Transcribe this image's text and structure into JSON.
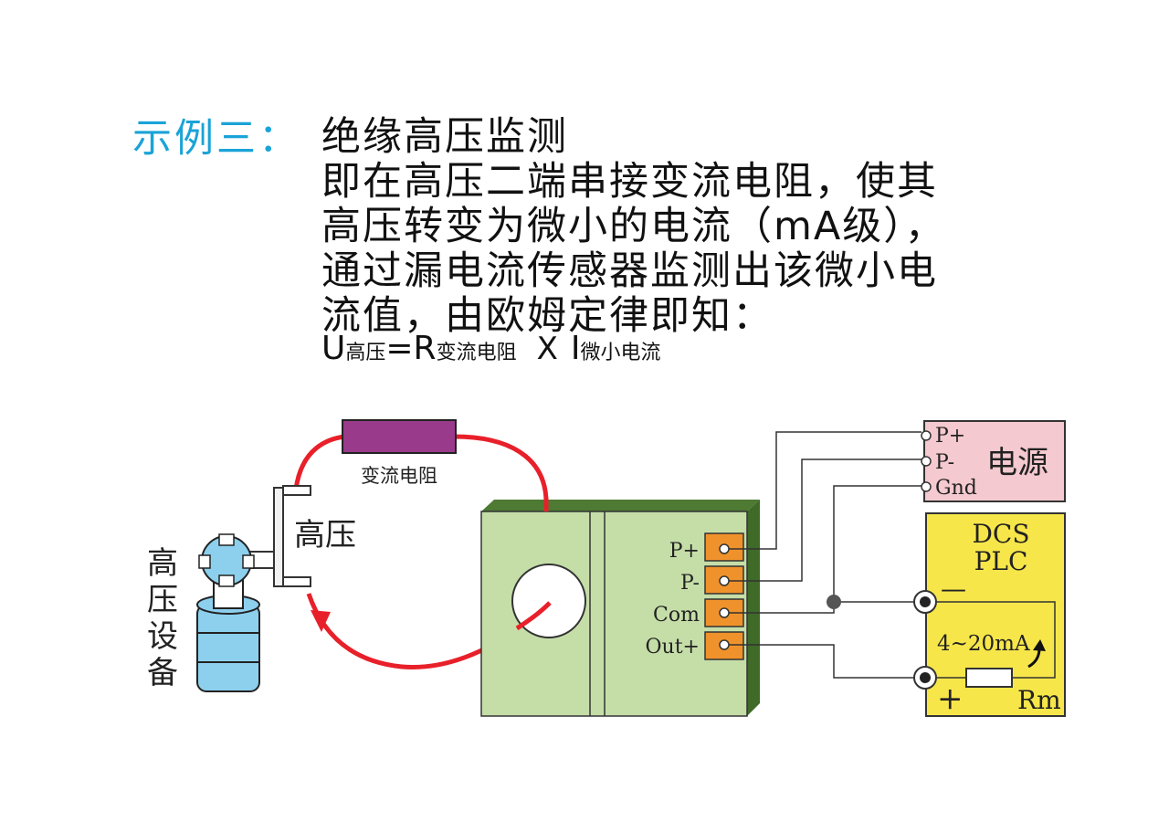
{
  "header": {
    "prefix": "示例三：",
    "lines": [
      "绝缘高压监测",
      "即在高压二端串接变流电阻，使其",
      "高压转变为微小的电流（mA级），",
      "通过漏电流传感器监测出该微小电",
      "流值，由欧姆定律即知："
    ]
  },
  "formula": {
    "u": "U",
    "u_sub": "高压",
    "eq": "=R",
    "r_sub": "变流电阻",
    "times": "X",
    "i": "I",
    "i_sub": "微小电流"
  },
  "diagram": {
    "resistor_label": "变流电阻",
    "hv_label": "高压",
    "equipment_label": [
      "高",
      "压",
      "设",
      "备"
    ],
    "terminals": [
      "P+",
      "P-",
      "Com",
      "Out+"
    ],
    "power": {
      "label": "电源",
      "pins": [
        "P+",
        "P-",
        "Gnd"
      ]
    },
    "dcs": {
      "line1": "DCS",
      "line2": "PLC",
      "minus": "—",
      "plus": "+",
      "current": "4~20mA",
      "resistor": "Rm"
    },
    "colors": {
      "wire_red": "#e8202a",
      "sensor_green": "#c5dea8",
      "sensor_green_dark": "#4e7a33",
      "resistor_purple": "#9a3a8a",
      "terminal_orange": "#f0922b",
      "power_pink": "#f4c9cf",
      "dcs_yellow": "#f7e64a",
      "equipment_blue": "#8cd0ee",
      "title_blue": "#1aa3d8"
    }
  }
}
